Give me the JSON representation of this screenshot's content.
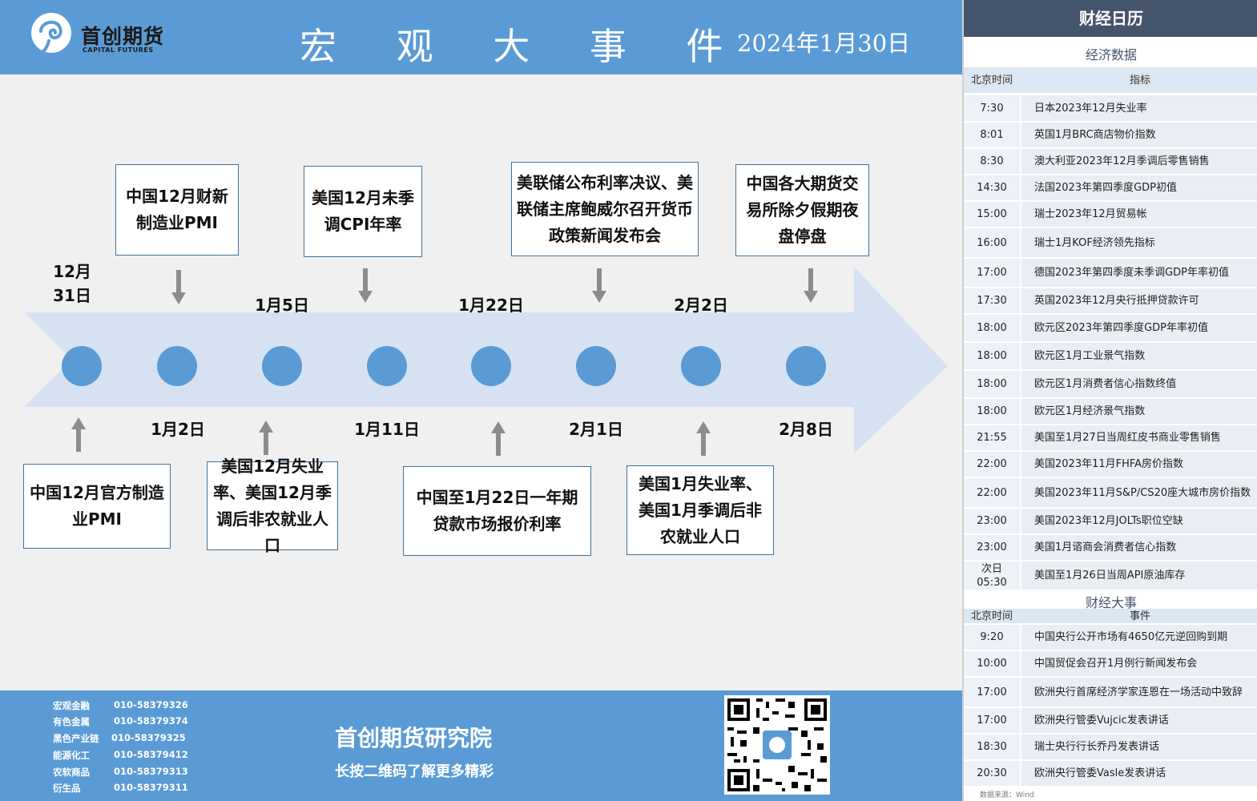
{
  "header": {
    "logo_cn": "首创期货",
    "logo_en": "CAPITAL FUTURES",
    "title": "宏 观 大 事 件",
    "date": "2024年1月30日"
  },
  "timeline": {
    "top_dates": [
      "12月31日",
      "1月5日",
      "1月22日",
      "2月2日"
    ],
    "bottom_dates": [
      "1月2日",
      "1月11日",
      "2月1日",
      "2月8日"
    ],
    "top_events": [
      "中国12月财新制造业PMI",
      "美国12月未季调CPI年率",
      "美联储公布利率决议、美联储主席鲍威尔召开货币政策新闻发布会",
      "中国各大期货交易所除夕假期夜盘停盘"
    ],
    "bottom_events": [
      "中国12月官方制造业PMI",
      "美国12月失业率、美国12月季调后非农就业人口",
      "中国至1月22日一年期贷款市场报价利率",
      "美国1月失业率、美国1月季调后非农就业人口"
    ]
  },
  "footer": {
    "contacts": [
      {
        "dept": "宏观金融",
        "phone": "010-58379326"
      },
      {
        "dept": "有色金属",
        "phone": "010-58379374"
      },
      {
        "dept": "黑色产业链",
        "phone": "010-58379325"
      },
      {
        "dept": "能源化工",
        "phone": "010-58379412"
      },
      {
        "dept": "农软商品",
        "phone": "010-58379313"
      },
      {
        "dept": "衍生品",
        "phone": "010-58379311"
      }
    ],
    "title": "首创期货研究院",
    "subtitle": "长按二维码了解更多精彩"
  },
  "calendar": {
    "title": "财经日历",
    "econ_title": "经济数据",
    "col_time": "北京时间",
    "col_indicator": "指标",
    "econ_rows": [
      {
        "time": "7:30",
        "item": "日本2023年12月失业率"
      },
      {
        "time": "8:01",
        "item": "英国1月BRC商店物价指数"
      },
      {
        "time": "8:30",
        "item": "澳大利亚2023年12月季调后零售销售"
      },
      {
        "time": "14:30",
        "item": "法国2023年第四季度GDP初值"
      },
      {
        "time": "15:00",
        "item": "瑞士2023年12月贸易帐"
      },
      {
        "time": "16:00",
        "item": "瑞士1月KOF经济领先指标"
      },
      {
        "time": "17:00",
        "item": "德国2023年第四季度未季调GDP年率初值"
      },
      {
        "time": "17:30",
        "item": "英国2023年12月央行抵押贷款许可"
      },
      {
        "time": "18:00",
        "item": "欧元区2023年第四季度GDP年率初值"
      },
      {
        "time": "18:00",
        "item": "欧元区1月工业景气指数"
      },
      {
        "time": "18:00",
        "item": "欧元区1月消费者信心指数终值"
      },
      {
        "time": "18:00",
        "item": "欧元区1月经济景气指数"
      },
      {
        "time": "21:55",
        "item": "美国至1月27日当周红皮书商业零售销售"
      },
      {
        "time": "22:00",
        "item": "美国2023年11月FHFA房价指数"
      },
      {
        "time": "22:00",
        "item": "美国2023年11月S&P/CS20座大城市房价指数"
      },
      {
        "time": "23:00",
        "item": "美国2023年12月JOLTs职位空缺"
      },
      {
        "time": "23:00",
        "item": "美国1月谘商会消费者信心指数"
      },
      {
        "time": "次日 05:30",
        "item": "美国至1月26日当周API原油库存"
      }
    ],
    "event_title": "财经大事",
    "col_event": "事件",
    "event_rows": [
      {
        "time": "9:20",
        "item": "中国央行公开市场有4650亿元逆回购到期"
      },
      {
        "time": "10:00",
        "item": "中国贸促会召开1月例行新闻发布会"
      },
      {
        "time": "17:00",
        "item": "欧洲央行首席经济学家连恩在一场活动中致辞"
      },
      {
        "time": "17:00",
        "item": "欧洲央行管委Vujcic发表讲话"
      },
      {
        "time": "18:30",
        "item": "瑞士央行行长乔丹发表讲话"
      },
      {
        "time": "20:30",
        "item": "欧洲央行管委Vasle发表讲话"
      }
    ],
    "source": "数据来源：Wind",
    "watermark": "Wind"
  },
  "colors": {
    "header_blue": "#5b9bd5",
    "calendar_title": "#44546a",
    "arrow_fill": "#d6e2f2",
    "dot_fill": "#5b9bd5"
  }
}
